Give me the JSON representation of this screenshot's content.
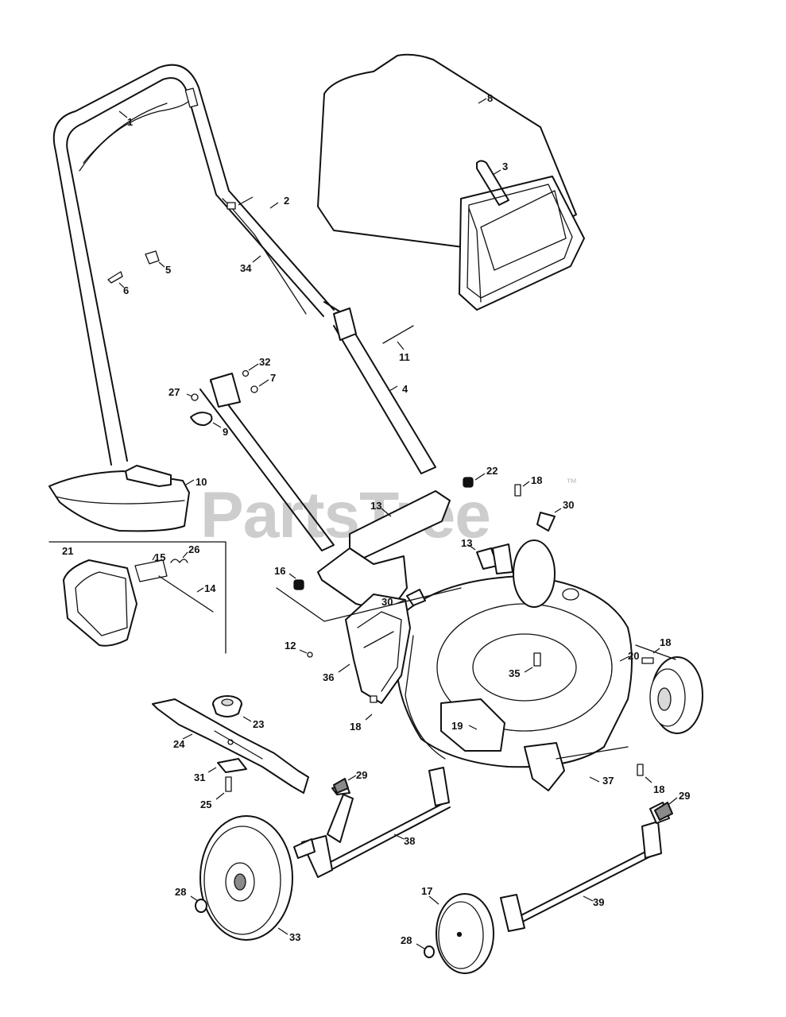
{
  "watermark": {
    "text": "PartsTree",
    "trademark": "™"
  },
  "callouts": {
    "c1": "1",
    "c2": "2",
    "c3": "3",
    "c4": "4",
    "c5": "5",
    "c6": "6",
    "c7": "7",
    "c8": "8",
    "c9": "9",
    "c10": "10",
    "c11": "11",
    "c12": "12",
    "c13a": "13",
    "c13b": "13",
    "c14": "14",
    "c15": "15",
    "c16": "16",
    "c17": "17",
    "c18a": "18",
    "c18b": "18",
    "c18c": "18",
    "c18d": "18",
    "c19": "19",
    "c20": "20",
    "c21": "21",
    "c22": "22",
    "c23": "23",
    "c24": "24",
    "c25": "25",
    "c26": "26",
    "c27": "27",
    "c28a": "28",
    "c28b": "28",
    "c29a": "29",
    "c29b": "29",
    "c30a": "30",
    "c30b": "30",
    "c31": "31",
    "c32": "32",
    "c33": "33",
    "c34": "34",
    "c35": "35",
    "c36": "36",
    "c37": "37",
    "c38": "38",
    "c39": "39"
  }
}
